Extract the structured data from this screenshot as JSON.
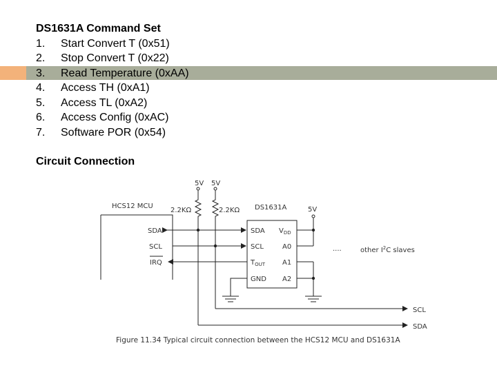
{
  "slide": {
    "title": "DS1631A Command Set",
    "commands": [
      {
        "num": "1.",
        "text": "Start Convert T (0x51)"
      },
      {
        "num": "2.",
        "text": "Stop Convert T (0x22)"
      },
      {
        "num": "3.",
        "text": "Read Temperature (0xAA)"
      },
      {
        "num": "4.",
        "text": "Access TH (0xA1)"
      },
      {
        "num": "5.",
        "text": "Access TL (0xA2)"
      },
      {
        "num": "6.",
        "text": "Access Config (0xAC)"
      },
      {
        "num": "7.",
        "text": "Software POR (0x54)"
      }
    ],
    "section_title": "Circuit Connection",
    "accent_colors": {
      "bar": "#a8ad9a",
      "box": "#f3b27a"
    }
  },
  "diagram": {
    "vcc1": "5V",
    "vcc2": "5V",
    "vdd_supply": "5V",
    "mcu_label": "HCS12 MCU",
    "mcu_pins": {
      "sda": "SDA",
      "scl": "SCL",
      "irq": "IRQ"
    },
    "res1": "2.2KΩ",
    "res2": "2.2KΩ",
    "chip_label": "DS1631A",
    "chip_left": {
      "sda": "SDA",
      "scl": "SCL",
      "tout": "T",
      "tout_sub": "OUT",
      "gnd": "GND"
    },
    "chip_right": {
      "vdd": "V",
      "vdd_sub": "DD",
      "a0": "A0",
      "a1": "A1",
      "a2": "A2"
    },
    "dots": "....",
    "other_slaves": "other I",
    "other_slaves_sup": "2",
    "other_slaves_end": "C slaves",
    "bus_scl": "SCL",
    "bus_sda": "SDA",
    "caption": "Figure 11.34 Typical circuit connection between the HCS12 MCU and DS1631A"
  }
}
